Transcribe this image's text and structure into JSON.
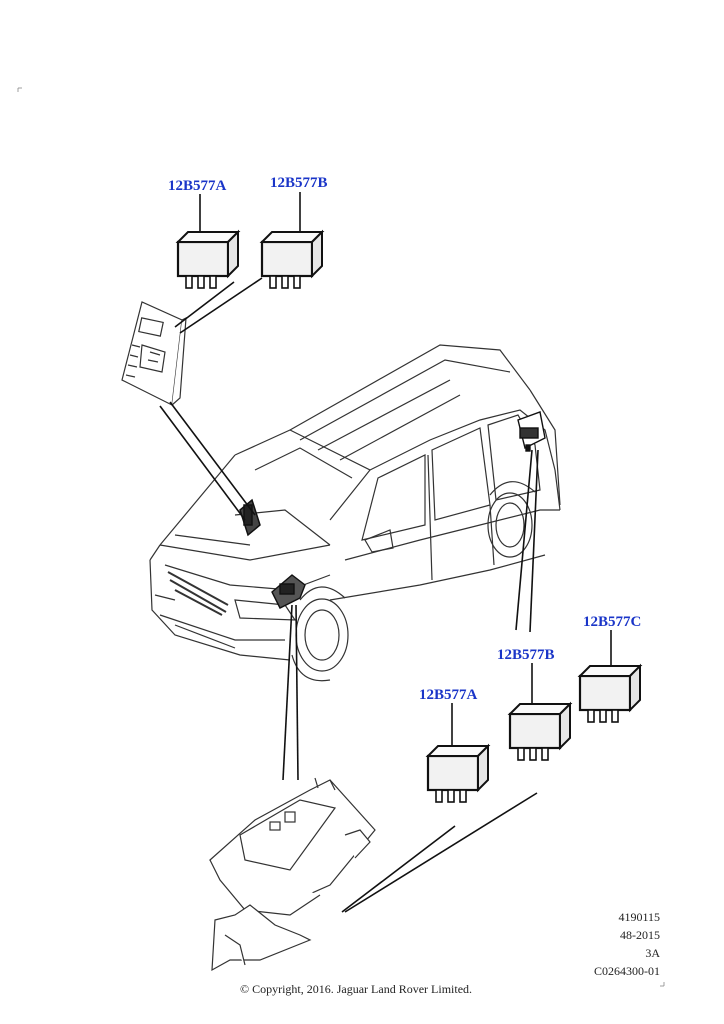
{
  "callouts": {
    "top_a": "12B577A",
    "top_b": "12B577B",
    "right_c": "12B577C",
    "right_b": "12B577B",
    "right_a": "12B577A"
  },
  "meta": {
    "line1": "4190115",
    "line2": "48-2015",
    "line3": "3A",
    "line4": "C0264300-01"
  },
  "copyright": "© Copyright, 2016. Jaguar Land Rover Limited.",
  "colors": {
    "callout": "#1a35c8",
    "line": "#111111",
    "relay_fill": "#f2f2f2"
  },
  "icons": [
    "relay-icon",
    "fuse-box-icon",
    "vehicle-illustration",
    "relay-bracket-icon"
  ]
}
